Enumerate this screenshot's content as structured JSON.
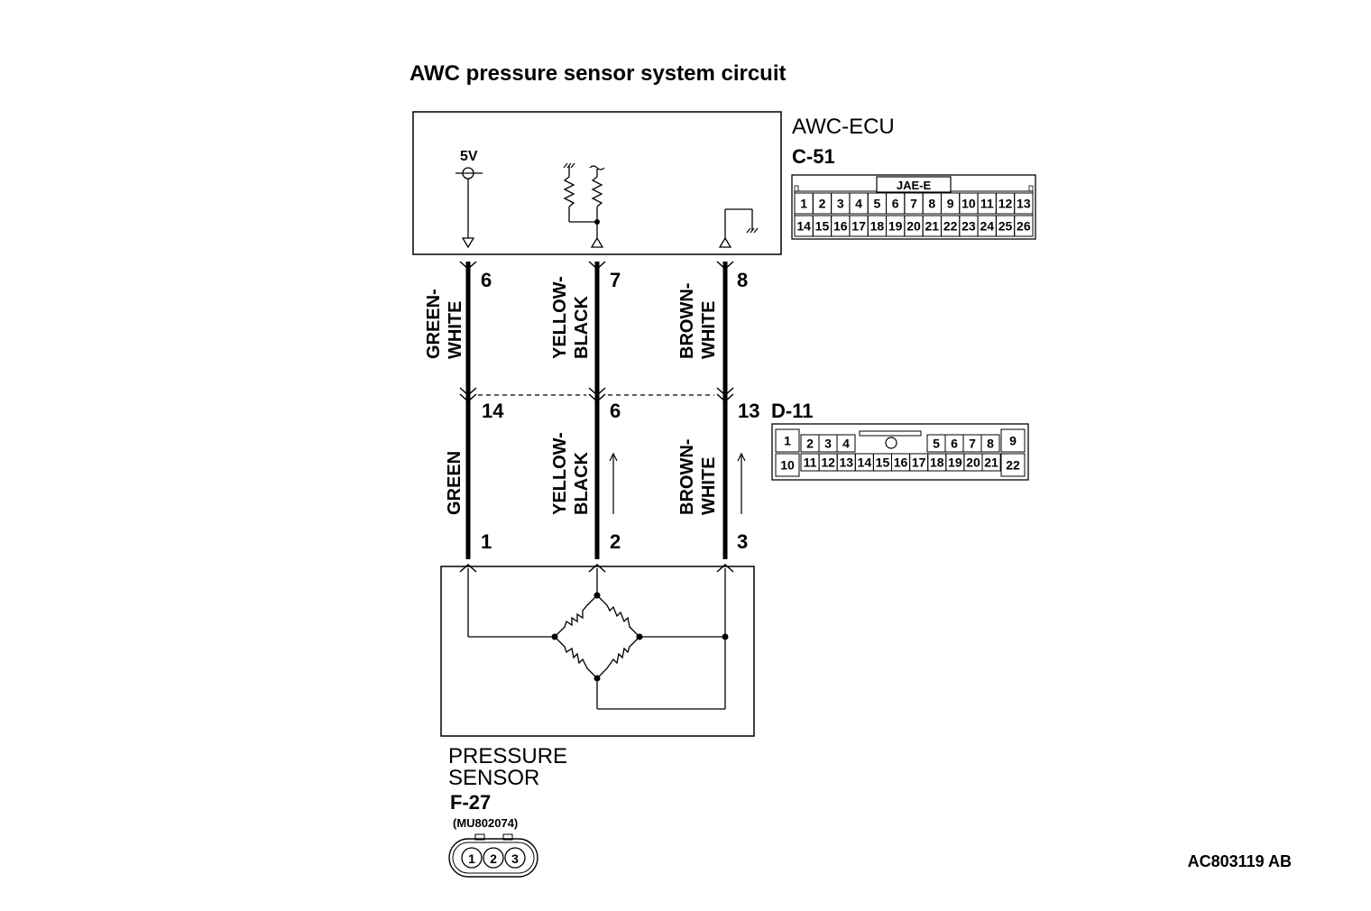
{
  "title": "AWC pressure sensor system circuit",
  "ecu": {
    "name": "AWC-ECU",
    "connector": "C-51",
    "connector_type": "JAE-E",
    "supply_label": "5V",
    "pins_row1": [
      "1",
      "2",
      "3",
      "4",
      "5",
      "6",
      "7",
      "8",
      "9",
      "10",
      "11",
      "12",
      "13"
    ],
    "pins_row2": [
      "14",
      "15",
      "16",
      "17",
      "18",
      "19",
      "20",
      "21",
      "22",
      "23",
      "24",
      "25",
      "26"
    ]
  },
  "junction": {
    "connector": "D-11",
    "pins_row1_left": [
      "1"
    ],
    "pins_row1": [
      "2",
      "3",
      "4",
      "",
      "5",
      "6",
      "7",
      "8"
    ],
    "pins_row1_right": [
      "9"
    ],
    "pins_row2_left": [
      "10"
    ],
    "pins_row2": [
      "11",
      "12",
      "13",
      "14",
      "15",
      "16",
      "17",
      "18",
      "19",
      "20",
      "21"
    ],
    "pins_row2_right": [
      "22"
    ]
  },
  "wires": [
    {
      "ecu_pin": "6",
      "upper_color": [
        "GREEN-",
        "WHITE"
      ],
      "junction_pin": "14",
      "lower_color": [
        "GREEN"
      ],
      "sensor_pin": "1"
    },
    {
      "ecu_pin": "7",
      "upper_color": [
        "YELLOW-",
        "BLACK"
      ],
      "junction_pin": "6",
      "lower_color": [
        "YELLOW-",
        "BLACK"
      ],
      "sensor_pin": "2"
    },
    {
      "ecu_pin": "8",
      "upper_color": [
        "BROWN-",
        "WHITE"
      ],
      "junction_pin": "13",
      "lower_color": [
        "BROWN-",
        "WHITE"
      ],
      "sensor_pin": "3"
    }
  ],
  "sensor": {
    "name_line1": "PRESSURE",
    "name_line2": "SENSOR",
    "connector": "F-27",
    "part_number": "(MU802074)",
    "pins": [
      "1",
      "2",
      "3"
    ]
  },
  "figure_ref": "AC803119 AB"
}
